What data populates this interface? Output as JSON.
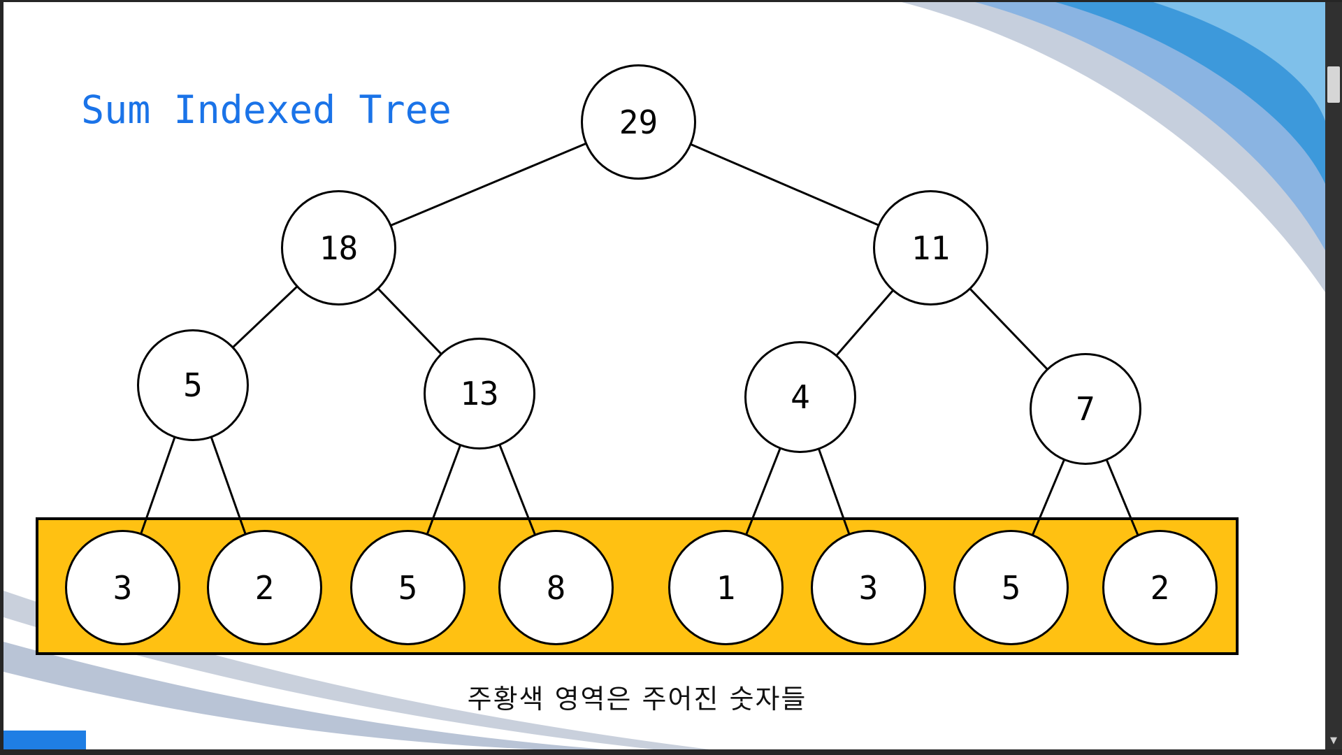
{
  "title": "Sum Indexed Tree",
  "caption": "주황색 영역은 주어진 숫자들",
  "tree": {
    "type": "binary sum tree",
    "nodes": [
      "29",
      "18",
      "11",
      "5",
      "13",
      "4",
      "7",
      "3",
      "2",
      "5",
      "8",
      "1",
      "3",
      "5",
      "2"
    ],
    "levels": [
      [
        "29"
      ],
      [
        "18",
        "11"
      ],
      [
        "5",
        "13",
        "4",
        "7"
      ],
      [
        "3",
        "2",
        "5",
        "8",
        "1",
        "3",
        "5",
        "2"
      ]
    ],
    "leaf_values": [
      "3",
      "2",
      "5",
      "8",
      "1",
      "3",
      "5",
      "2"
    ],
    "edges": [
      [
        "29",
        "18"
      ],
      [
        "29",
        "11"
      ],
      [
        "18",
        "5"
      ],
      [
        "18",
        "13"
      ],
      [
        "11",
        "4"
      ],
      [
        "11",
        "7"
      ],
      [
        "5",
        "3"
      ],
      [
        "5",
        "2"
      ],
      [
        "13",
        "5"
      ],
      [
        "13",
        "8"
      ],
      [
        "4",
        "1"
      ],
      [
        "4",
        "3"
      ],
      [
        "7",
        "5"
      ],
      [
        "7",
        "2"
      ]
    ]
  },
  "colors": {
    "title_text": "#1A73E8",
    "leaf_band_fill": "#FFC112",
    "node_fill": "#FFFFFF",
    "node_border": "#000000",
    "decoration_blue": "#3D99DB",
    "decoration_light_blue": "#8AB4E2",
    "decoration_pale": "#C6CFDD",
    "bottom_bar_blue": "#1F7EE4"
  },
  "scrollbar": {
    "down_arrow": "▼"
  }
}
